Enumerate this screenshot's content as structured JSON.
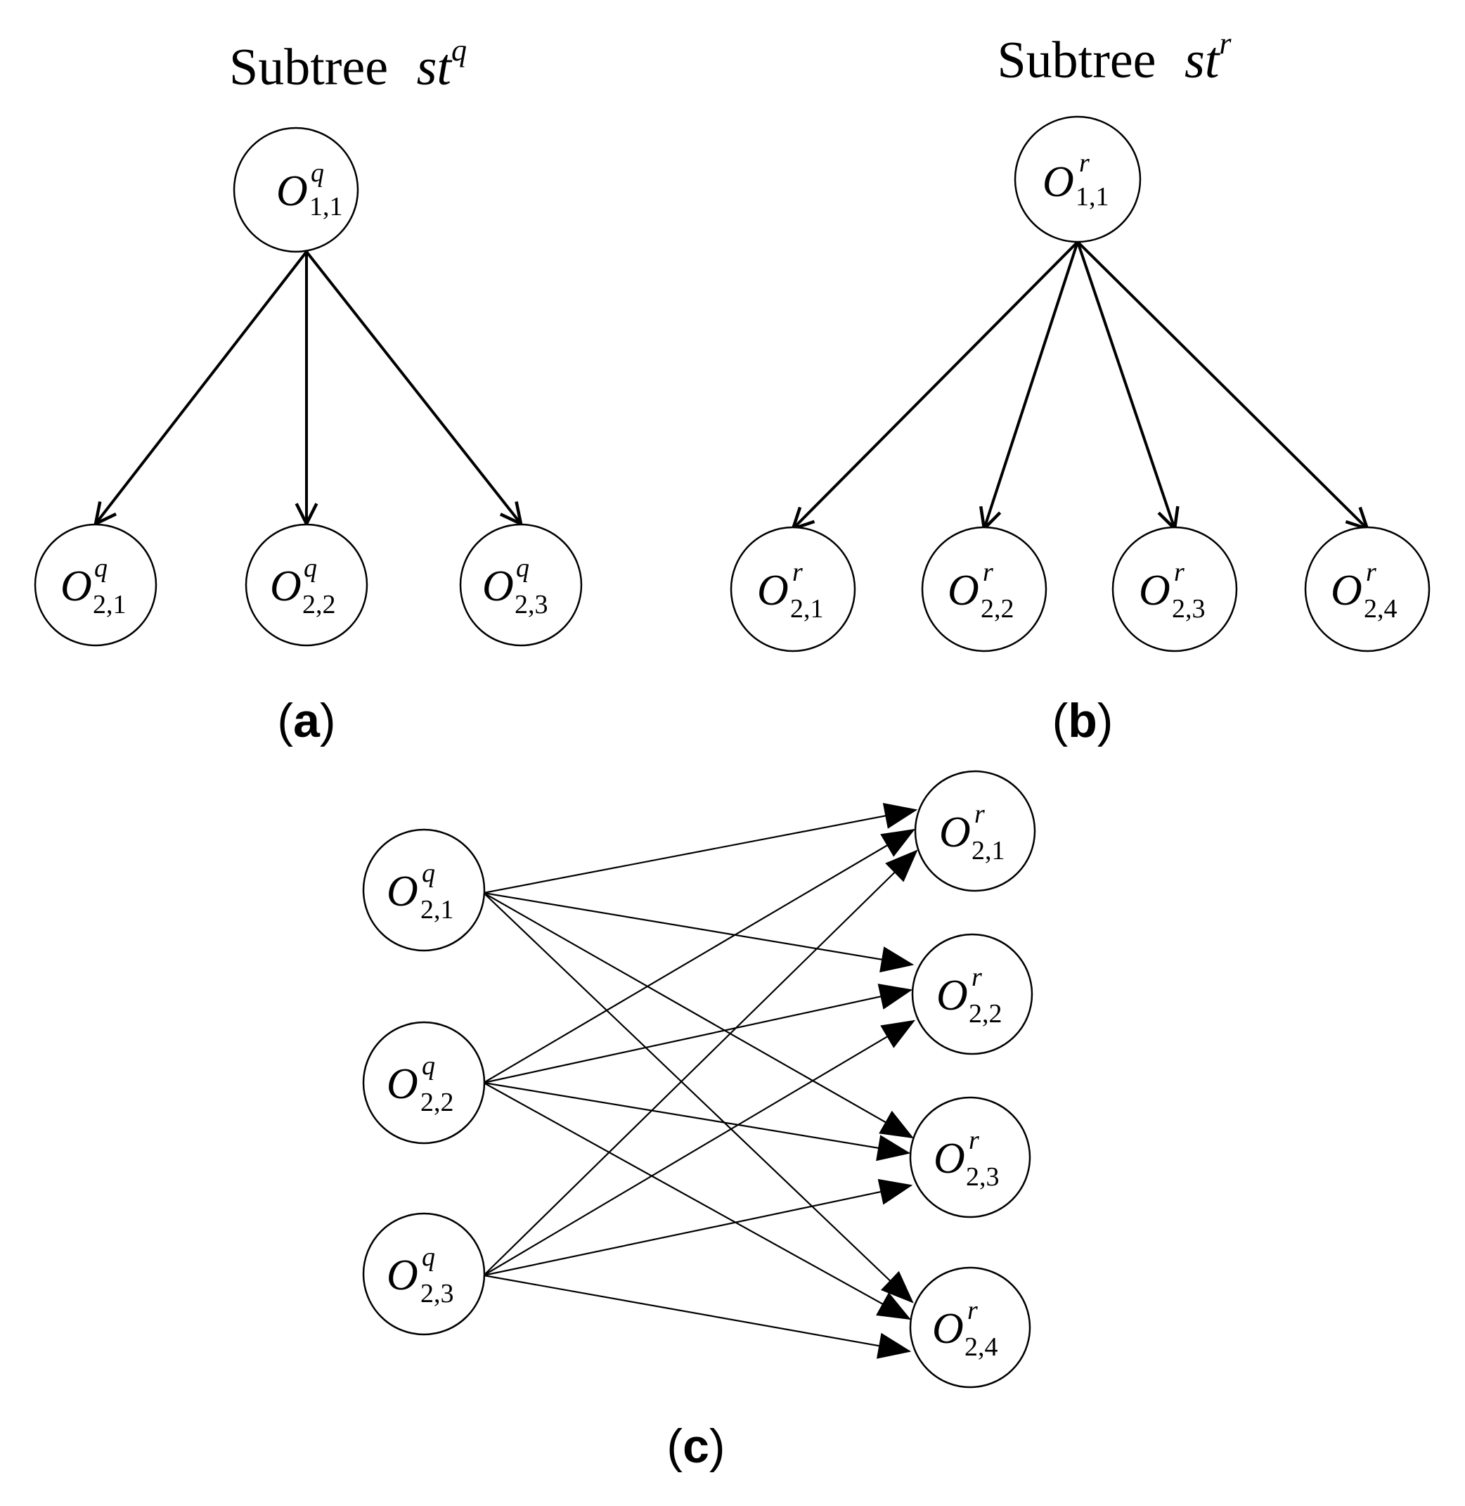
{
  "colors": {
    "stroke": "#000000",
    "fill": "#ffffff",
    "background": "#ffffff"
  },
  "panels": [
    {
      "id": "a",
      "label": "(a)",
      "label_letter": "a",
      "title": {
        "word": "Subtree",
        "var": "st",
        "sup": "q"
      },
      "root": {
        "base": "O",
        "sup": "q",
        "sub": "1,1"
      },
      "children": [
        {
          "base": "O",
          "sup": "q",
          "sub": "2,1"
        },
        {
          "base": "O",
          "sup": "q",
          "sub": "2,2"
        },
        {
          "base": "O",
          "sup": "q",
          "sub": "2,3"
        }
      ]
    },
    {
      "id": "b",
      "label": "(b)",
      "label_letter": "b",
      "title": {
        "word": "Subtree",
        "var": "st",
        "sup": "r"
      },
      "root": {
        "base": "O",
        "sup": "r",
        "sub": "1,1"
      },
      "children": [
        {
          "base": "O",
          "sup": "r",
          "sub": "2,1"
        },
        {
          "base": "O",
          "sup": "r",
          "sub": "2,2"
        },
        {
          "base": "O",
          "sup": "r",
          "sub": "2,3"
        },
        {
          "base": "O",
          "sup": "r",
          "sub": "2,4"
        }
      ]
    },
    {
      "id": "c",
      "label": "(c)",
      "label_letter": "c",
      "left": [
        {
          "base": "O",
          "sup": "q",
          "sub": "2,1"
        },
        {
          "base": "O",
          "sup": "q",
          "sub": "2,2"
        },
        {
          "base": "O",
          "sup": "q",
          "sub": "2,3"
        }
      ],
      "right": [
        {
          "base": "O",
          "sup": "r",
          "sub": "2,1"
        },
        {
          "base": "O",
          "sup": "r",
          "sub": "2,2"
        },
        {
          "base": "O",
          "sup": "r",
          "sub": "2,3"
        },
        {
          "base": "O",
          "sup": "r",
          "sub": "2,4"
        }
      ],
      "edges": "complete bipartite (every left node to every right node)"
    }
  ]
}
